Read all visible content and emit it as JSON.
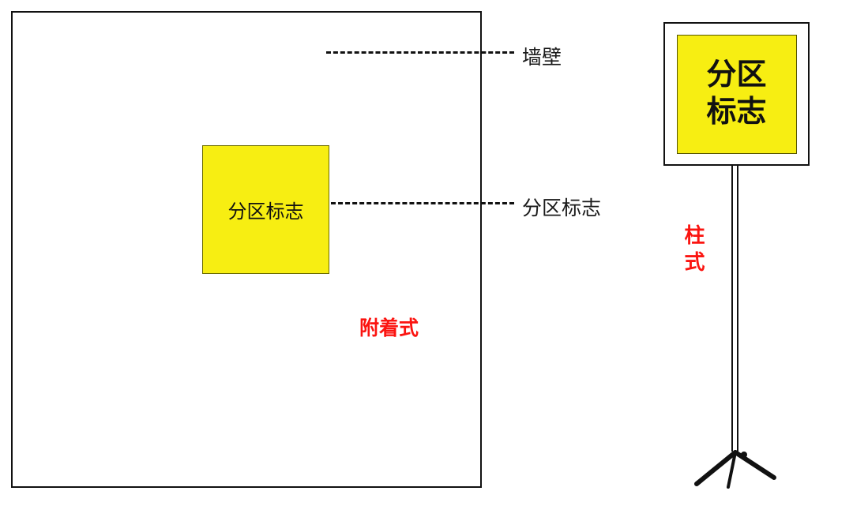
{
  "diagram": {
    "labels": {
      "wall": "墙壁",
      "sign": "分区标志",
      "attached_type": "附着式",
      "pole_type": "柱式"
    },
    "attached_sign": {
      "text": "分区标志"
    },
    "pole_sign": {
      "line1": "分区",
      "line2": "标志"
    },
    "colors": {
      "sign_yellow": "#f7ee12",
      "label_red": "#fb1410",
      "line_black": "#111111"
    }
  }
}
